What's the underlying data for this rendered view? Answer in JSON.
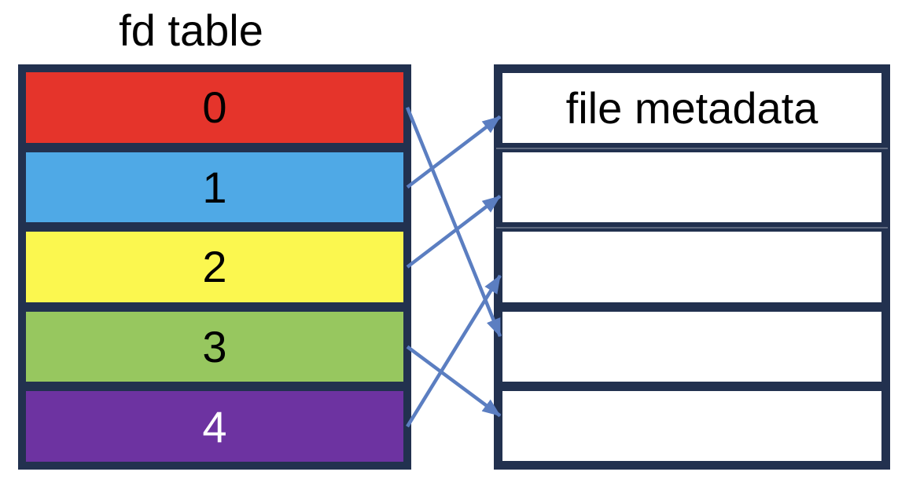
{
  "title": "fd table",
  "fd_table": {
    "rows": [
      {
        "id": "fd-0",
        "label": "0",
        "color": "#e5342b",
        "text_color": "#000000"
      },
      {
        "id": "fd-1",
        "label": "1",
        "color": "#4fa9e6",
        "text_color": "#000000"
      },
      {
        "id": "fd-2",
        "label": "2",
        "color": "#fbf74f",
        "text_color": "#000000"
      },
      {
        "id": "fd-3",
        "label": "3",
        "color": "#97c75f",
        "text_color": "#000000"
      },
      {
        "id": "fd-4",
        "label": "4",
        "color": "#6d33a1",
        "text_color": "#ffffff"
      }
    ]
  },
  "metadata_table": {
    "rows": [
      {
        "id": "md-0",
        "label": "file metadata"
      },
      {
        "id": "md-1",
        "label": ""
      },
      {
        "id": "md-2",
        "label": ""
      },
      {
        "id": "md-3",
        "label": ""
      },
      {
        "id": "md-4",
        "label": ""
      }
    ]
  },
  "connections": [
    {
      "from": "fd-0",
      "to": "md-3"
    },
    {
      "from": "fd-1",
      "to": "md-0"
    },
    {
      "from": "fd-2",
      "to": "md-1"
    },
    {
      "from": "fd-3",
      "to": "md-4"
    },
    {
      "from": "fd-4",
      "to": "md-2"
    }
  ],
  "colors": {
    "border": "#22314f",
    "arrow": "#5b7ec1",
    "background": "#ffffff",
    "text": "#000000"
  }
}
